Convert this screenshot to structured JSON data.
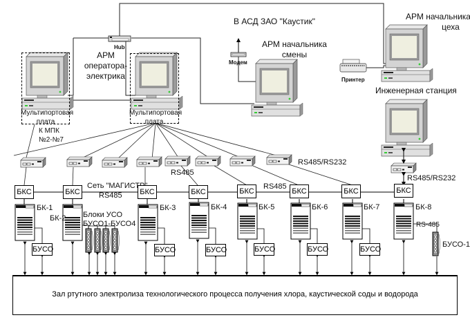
{
  "diagram": {
    "title_external": "В АСД ЗАО \"Каустик\"",
    "hub_label": "Hub",
    "operator_workstation": {
      "label_lines": [
        "АРМ",
        "оператора-",
        "электрика"
      ],
      "multiport_board_left": [
        "Мультипортовая",
        "плата"
      ],
      "multiport_board_right": [
        "Мультипортовая",
        "плата"
      ]
    },
    "shift_supervisor": {
      "label_lines": [
        "АРМ  начальника",
        "смены"
      ],
      "modem_label": "Модем"
    },
    "shop_supervisor": {
      "label_lines": [
        "АРМ  начальника",
        "цеха"
      ],
      "printer_label": "Принтер"
    },
    "engineering_station": {
      "label": "Инженерная станция"
    },
    "kmpk_label": [
      "К МПК",
      "№2-№7"
    ],
    "network_labels": {
      "magistr": "Сеть \"МАГИСТР\"",
      "rs485_main": "RS485",
      "rs485_a": "RS485",
      "rs485_b": "RS485",
      "rs485_rs232_a": "RS485/RS232",
      "rs485_rs232_b": "RS485/RS232",
      "rs485_buso1": "RS-485"
    },
    "bks_label": "БКС",
    "controllers": [
      {
        "name": "БК-1",
        "buso": "БУСО"
      },
      {
        "name": "БК-2",
        "buso": null
      },
      {
        "name": "БК-3",
        "buso": "БУСО"
      },
      {
        "name": "БК-4",
        "buso": "БУСО"
      },
      {
        "name": "БК-5",
        "buso": "БУСО"
      },
      {
        "name": "БК-6",
        "buso": "БУСО"
      },
      {
        "name": "БК-7",
        "buso": "БУСО"
      },
      {
        "name": "БК-8",
        "buso": null
      }
    ],
    "uso_blocks_label": [
      "Блоки УСО",
      "БУСО1-БУСО4"
    ],
    "buso1_label": "БУСО-1",
    "hall_label": "Зал ртутного электролиза технологического процесса получения хлора,  каустической соды и водорода"
  }
}
